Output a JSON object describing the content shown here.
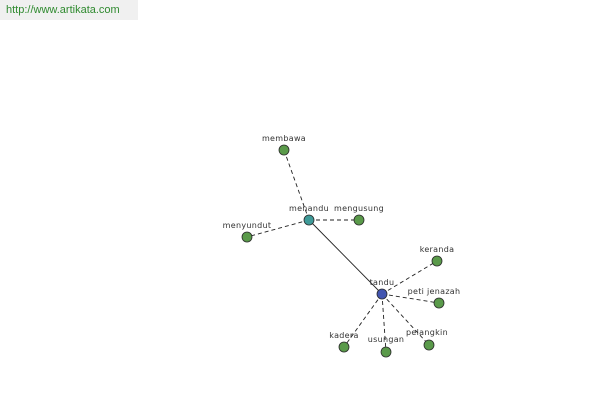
{
  "source_url": "http://www.artikata.com",
  "colors": {
    "leaf_node": "#5a9a4a",
    "hub_node": "#3e9a98",
    "center_node": "#4255b0",
    "edge": "#222222"
  },
  "nodes": [
    {
      "id": "membawa",
      "label": "membawa",
      "kind": "leaf"
    },
    {
      "id": "menandu",
      "label": "menandu",
      "kind": "hub"
    },
    {
      "id": "mengusung",
      "label": "mengusung",
      "kind": "leaf"
    },
    {
      "id": "menyundut",
      "label": "menyundut",
      "kind": "leaf"
    },
    {
      "id": "tandu",
      "label": "tandu",
      "kind": "center"
    },
    {
      "id": "keranda",
      "label": "keranda",
      "kind": "leaf"
    },
    {
      "id": "peti-jenazah",
      "label": "peti jenazah",
      "kind": "leaf"
    },
    {
      "id": "pelangkin",
      "label": "pelangkin",
      "kind": "leaf"
    },
    {
      "id": "usungan",
      "label": "usungan",
      "kind": "leaf"
    },
    {
      "id": "kadera",
      "label": "kadera",
      "kind": "leaf"
    }
  ],
  "edges": [
    {
      "from": "menandu",
      "to": "membawa",
      "style": "dashed"
    },
    {
      "from": "menandu",
      "to": "mengusung",
      "style": "dashed"
    },
    {
      "from": "menandu",
      "to": "menyundut",
      "style": "dashed"
    },
    {
      "from": "menandu",
      "to": "tandu",
      "style": "solid"
    },
    {
      "from": "tandu",
      "to": "keranda",
      "style": "dashed"
    },
    {
      "from": "tandu",
      "to": "peti-jenazah",
      "style": "dashed"
    },
    {
      "from": "tandu",
      "to": "pelangkin",
      "style": "dashed"
    },
    {
      "from": "tandu",
      "to": "usungan",
      "style": "dashed"
    },
    {
      "from": "tandu",
      "to": "kadera",
      "style": "dashed"
    }
  ]
}
